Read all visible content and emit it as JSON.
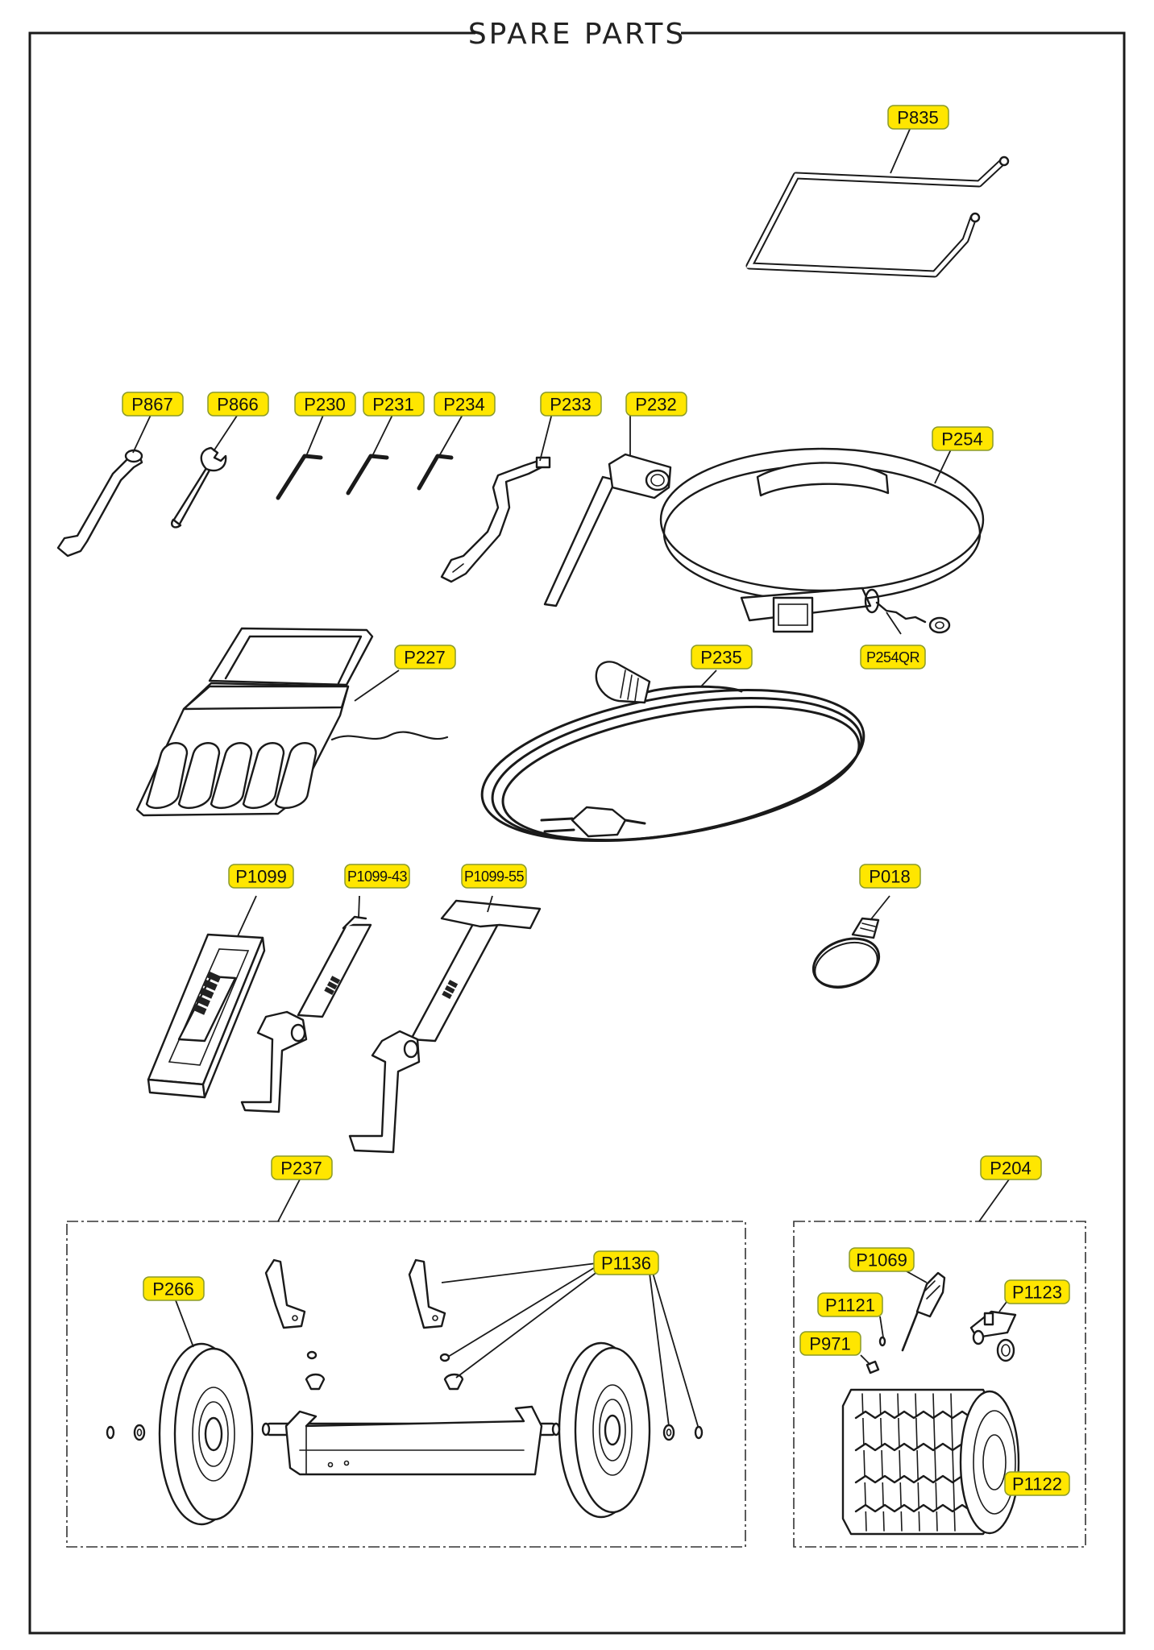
{
  "title": "SPARE PARTS",
  "labels": {
    "P835": "P835",
    "P867": "P867",
    "P866": "P866",
    "P230": "P230",
    "P231": "P231",
    "P234": "P234",
    "P233": "P233",
    "P232": "P232",
    "P254": "P254",
    "P254QR": "P254QR",
    "P227": "P227",
    "P235": "P235",
    "P1099": "P1099",
    "P1099_43": "P1099-43",
    "P1099_55": "P1099-55",
    "P018": "P018",
    "P237": "P237",
    "P204": "P204",
    "P266": "P266",
    "P1136": "P1136",
    "P1069": "P1069",
    "P1121": "P1121",
    "P1123": "P1123",
    "P971": "P971",
    "P1122": "P1122"
  },
  "colors": {
    "label_fill": "#ffe600",
    "label_border": "#8a9a2a",
    "line": "#1a1a1a"
  }
}
